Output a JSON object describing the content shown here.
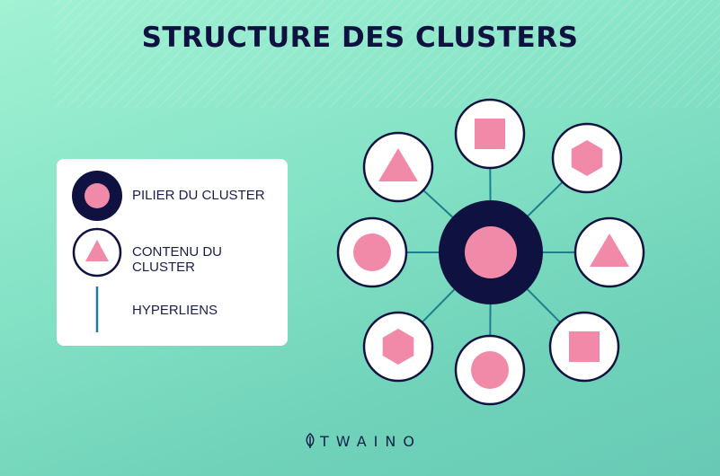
{
  "title": "STRUCTURE DES CLUSTERS",
  "legend": {
    "items": [
      {
        "label": "PILIER DU CLUSTER",
        "icon": "pillar-circle-icon"
      },
      {
        "label": "CONTENU DU CLUSTER",
        "icon": "content-triangle-icon"
      },
      {
        "label": "HYPERLIENS",
        "icon": "hyperlink-line-icon"
      }
    ]
  },
  "diagram": {
    "pillar": {
      "shape": "circle"
    },
    "satellites": [
      {
        "id": "top",
        "shape": "square"
      },
      {
        "id": "top-right",
        "shape": "hexagon"
      },
      {
        "id": "right",
        "shape": "triangle"
      },
      {
        "id": "bottom-right",
        "shape": "square"
      },
      {
        "id": "bottom",
        "shape": "circle"
      },
      {
        "id": "bottom-left",
        "shape": "hexagon"
      },
      {
        "id": "left",
        "shape": "circle"
      },
      {
        "id": "top-left",
        "shape": "triangle"
      }
    ]
  },
  "brand": {
    "text": "TWAINO",
    "icon": "leaf-icon"
  },
  "colors": {
    "navy": "#0f1240",
    "pink": "#f18aa9",
    "link": "#1e7f8c",
    "white": "#ffffff"
  }
}
